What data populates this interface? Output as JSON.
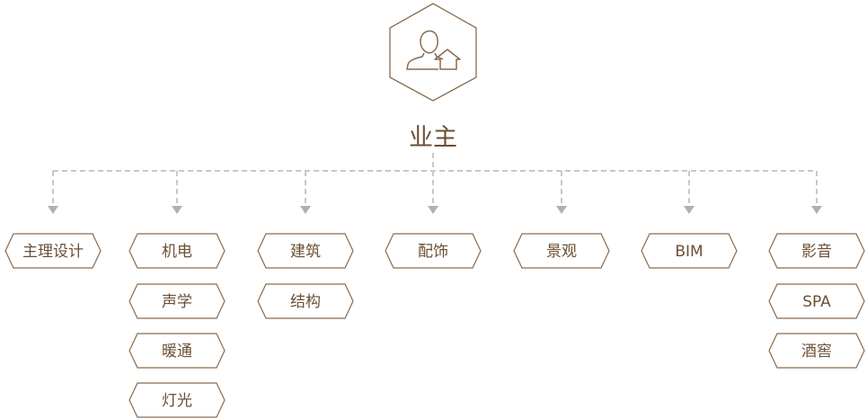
{
  "root": {
    "label": "业主",
    "icon": "owner-house-icon"
  },
  "colors": {
    "brown": "#8a6a4d",
    "text": "#6b4f35",
    "dashed_line": "#c8c8c8",
    "arrow": "#b0b0b0"
  },
  "columns": [
    {
      "items": [
        "主理设计"
      ]
    },
    {
      "items": [
        "机电",
        "声学",
        "暖通",
        "灯光"
      ]
    },
    {
      "items": [
        "建筑",
        "结构"
      ]
    },
    {
      "items": [
        "配饰"
      ]
    },
    {
      "items": [
        "景观"
      ]
    },
    {
      "items": [
        "BIM"
      ]
    },
    {
      "items": [
        "影音",
        "SPA",
        "酒窖"
      ]
    }
  ]
}
